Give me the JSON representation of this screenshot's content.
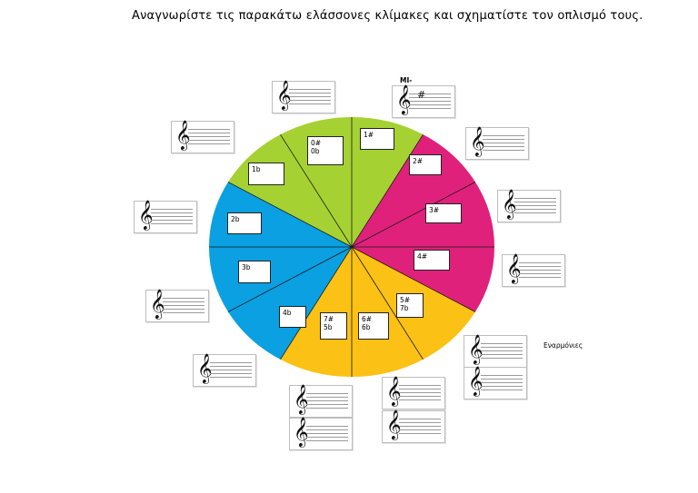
{
  "title": "Αναγνωρίστε τις παρακάτω ελάσσονες κλίμακες και σχηματίστε τον οπλισμό τους.",
  "colors": {
    "green": "#a6d132",
    "magenta": "#e0217b",
    "blue": "#0aa0e2",
    "yellow": "#fbc114"
  },
  "wheel_slots": [
    {
      "id": "0",
      "lines": [
        "0#",
        "0b"
      ]
    },
    {
      "id": "1s",
      "lines": [
        "1#"
      ]
    },
    {
      "id": "2s",
      "lines": [
        "2#"
      ]
    },
    {
      "id": "3s",
      "lines": [
        "3#"
      ]
    },
    {
      "id": "4s",
      "lines": [
        "4#"
      ]
    },
    {
      "id": "5s7b",
      "lines": [
        "5#",
        "7b"
      ]
    },
    {
      "id": "6s6b",
      "lines": [
        "6#",
        "6b"
      ]
    },
    {
      "id": "7s5b",
      "lines": [
        "7#",
        "5b"
      ]
    },
    {
      "id": "4b",
      "lines": [
        "4b"
      ]
    },
    {
      "id": "3b",
      "lines": [
        "3b"
      ]
    },
    {
      "id": "2b",
      "lines": [
        "2b"
      ]
    },
    {
      "id": "1b",
      "lines": [
        "1b"
      ]
    }
  ],
  "staff_clef": "𝄞",
  "example_label": "ΜΙ-",
  "example_accidental": "#",
  "enharmonic_label": "Εναρμόνιες"
}
